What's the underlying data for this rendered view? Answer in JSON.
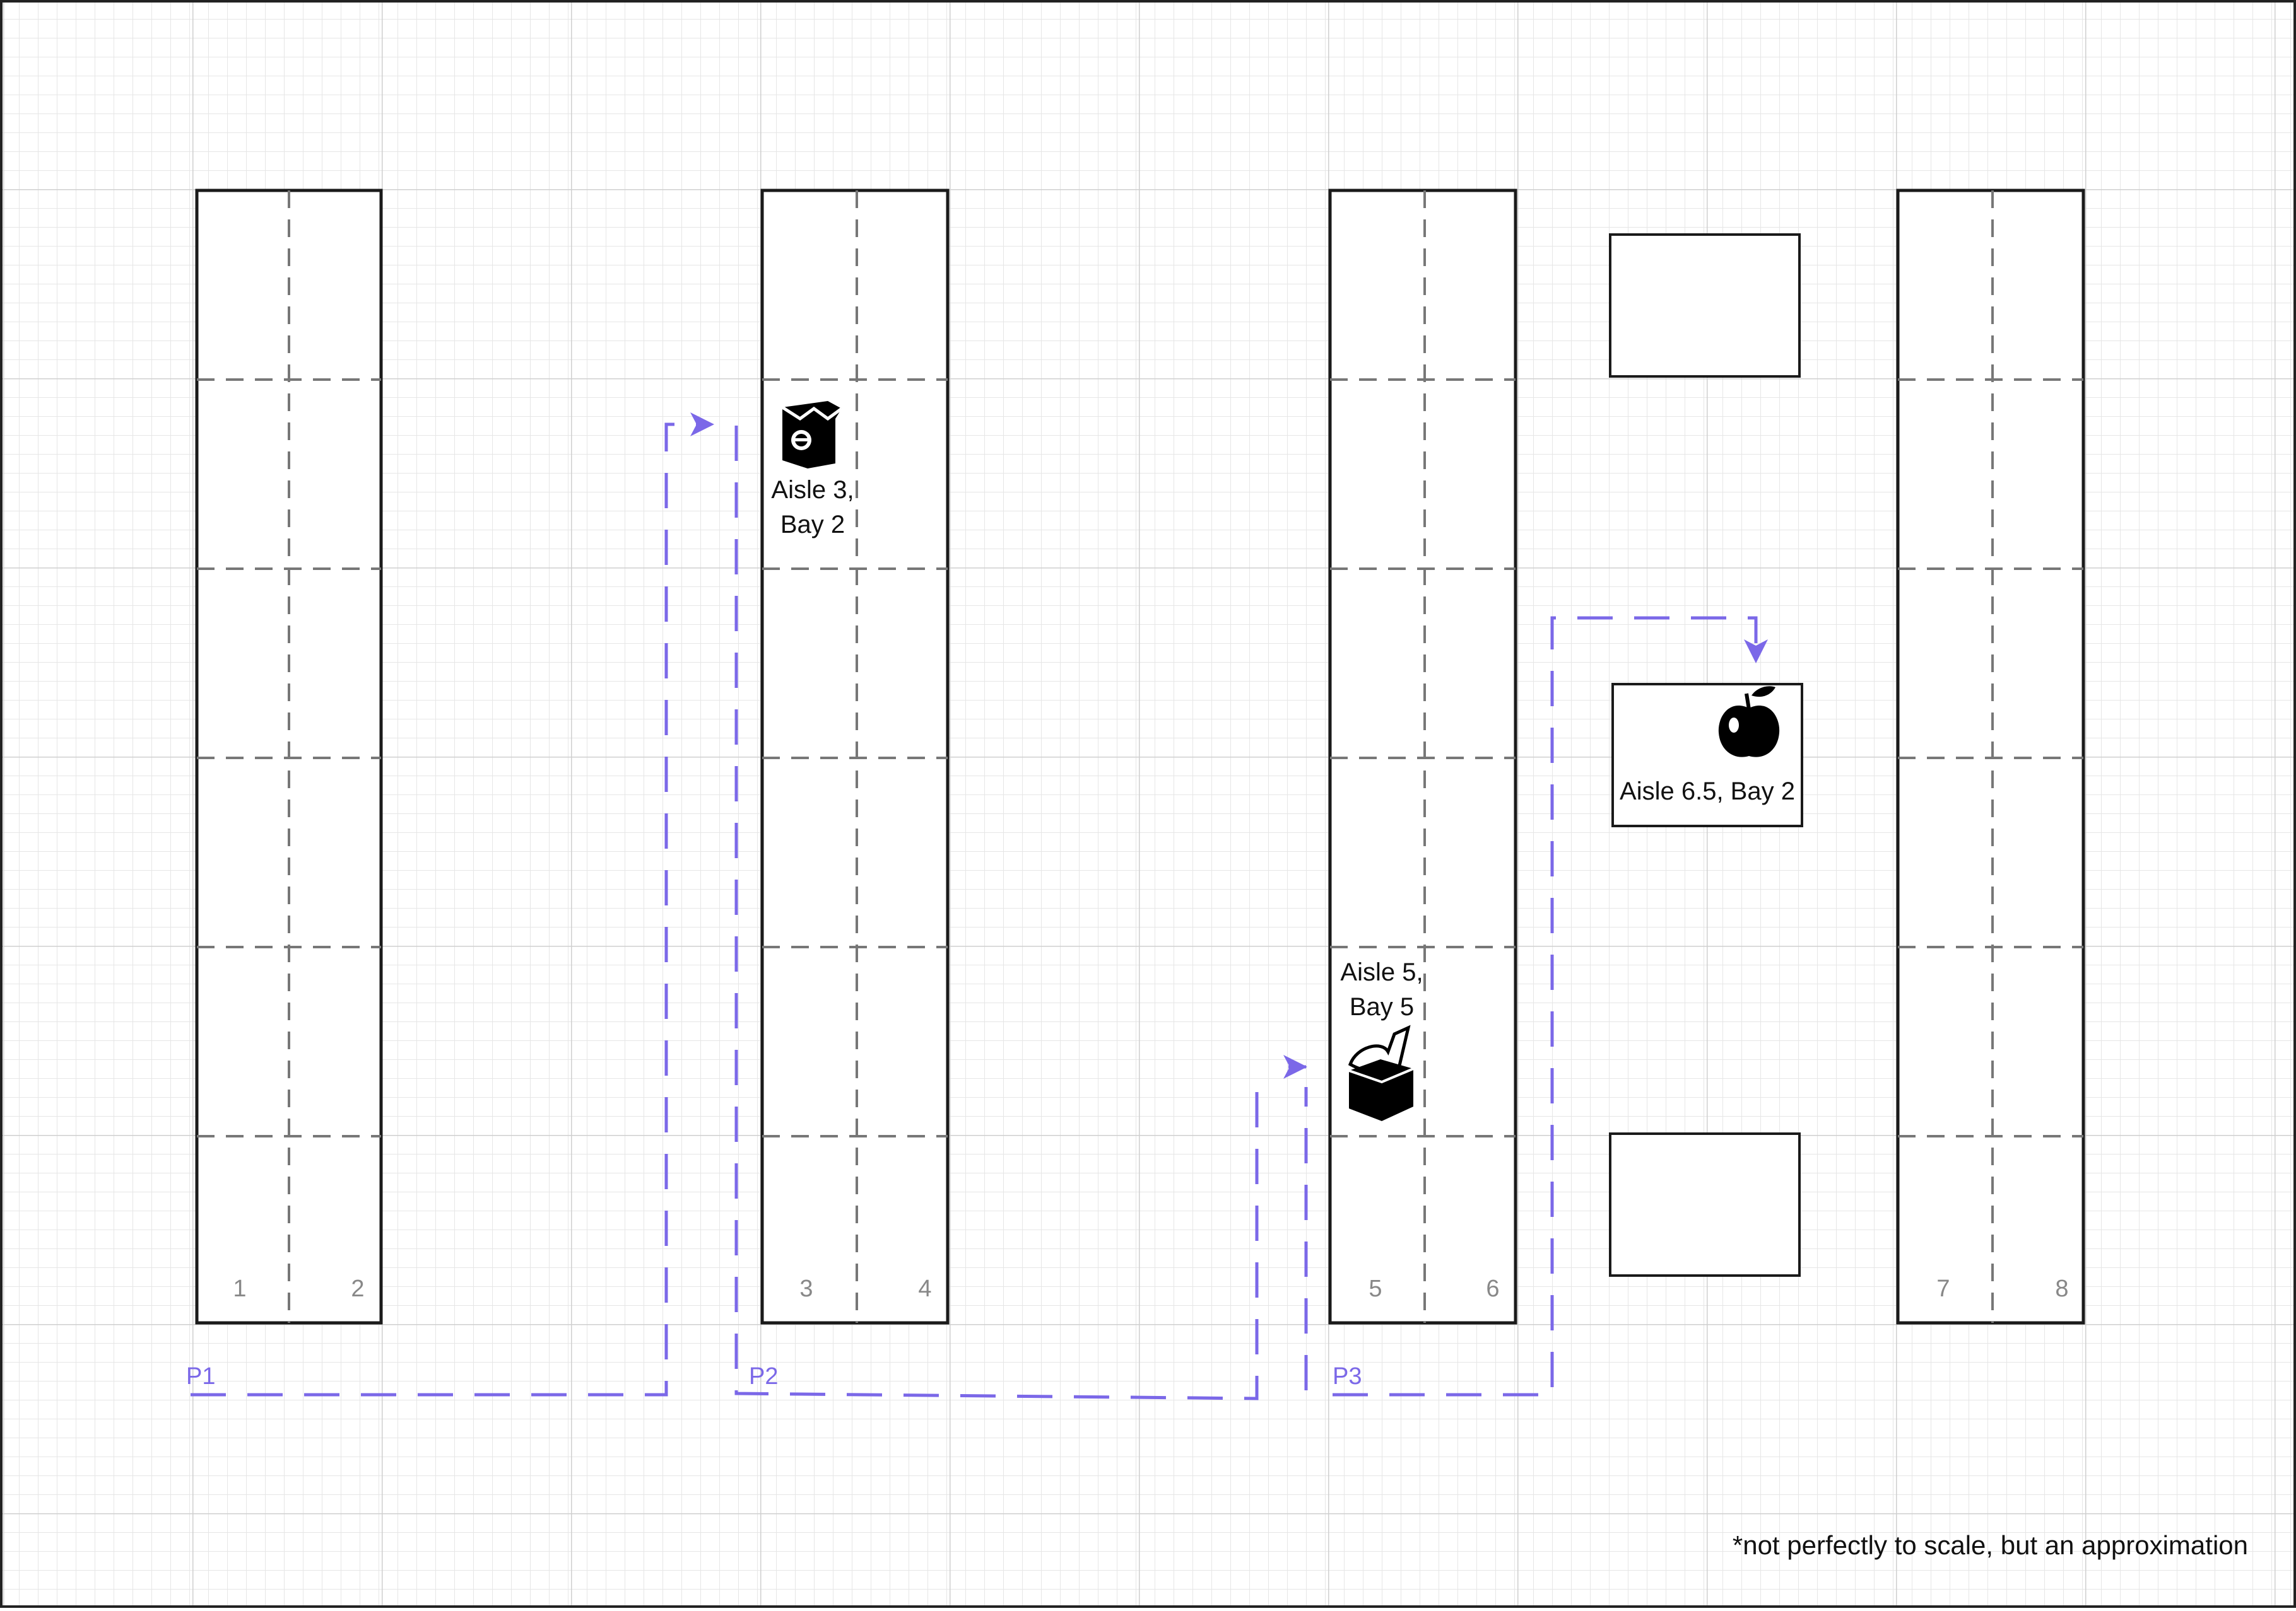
{
  "layout_title": "",
  "shelf_units": [
    {
      "id": "unit-a",
      "aisles": [
        "1",
        "2"
      ]
    },
    {
      "id": "unit-b",
      "aisles": [
        "3",
        "4"
      ]
    },
    {
      "id": "unit-c",
      "aisles": [
        "5",
        "6"
      ]
    },
    {
      "id": "unit-d",
      "aisles": [
        "7",
        "8"
      ]
    }
  ],
  "items": [
    {
      "id": "drink-carton",
      "icon": "drink-carton-icon",
      "label_line1": "Aisle 3,",
      "label_line2": "Bay 2"
    },
    {
      "id": "tissue-box",
      "icon": "tissue-box-icon",
      "label_line1": "Aisle 5,",
      "label_line2": "Bay 5"
    },
    {
      "id": "apple",
      "icon": "apple-icon",
      "label": "Aisle 6.5, Bay 2"
    }
  ],
  "paths": [
    {
      "id": "p1",
      "label": "P1"
    },
    {
      "id": "p2",
      "label": "P2"
    },
    {
      "id": "p3",
      "label": "P3"
    }
  ],
  "footnote": "*not perfectly to scale, but an approximation",
  "colors": {
    "path": "#7b68e8",
    "grid_minor": "#e6e6e6",
    "grid_major": "#cfcfcf",
    "shelf_border": "#1a1a1a",
    "bay_divider": "#777777",
    "aisle_number": "#888888",
    "text": "#111111"
  }
}
